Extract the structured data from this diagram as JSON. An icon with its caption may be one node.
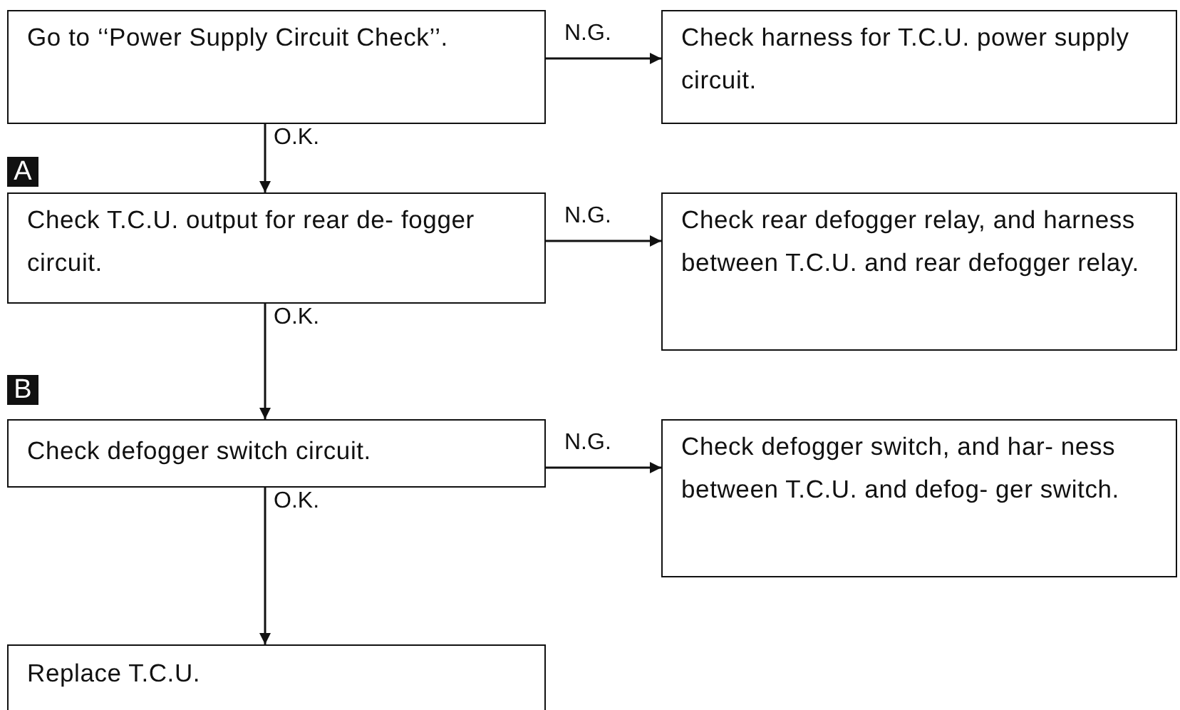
{
  "diagram": {
    "nodes": [
      {
        "text": [
          "Go to ‘‘Power Supply Circuit Check’’."
        ]
      },
      {
        "text": [
          "Check harness for T.C.U. power supply circuit."
        ]
      },
      {
        "text": [
          "Check T.C.U. output for rear de- fogger circuit."
        ]
      },
      {
        "text": [
          "Check rear defogger relay, and harness between T.C.U. and rear defogger relay."
        ]
      },
      {
        "text": [
          "Check defogger switch circuit."
        ]
      },
      {
        "text": [
          "Check defogger switch, and har- ness between T.C.U. and defog- ger switch."
        ]
      },
      {
        "text": [
          "Replace T.C.U."
        ]
      }
    ],
    "edges": [
      {
        "from": 0,
        "to": 1,
        "arrow": "to",
        "label": "N.G."
      },
      {
        "from": 0,
        "to": 2,
        "arrow": "to",
        "label": "O.K."
      },
      {
        "from": 2,
        "to": 3,
        "arrow": "to",
        "label": "N.G."
      },
      {
        "from": 2,
        "to": 4,
        "arrow": "to",
        "label": "O.K."
      },
      {
        "from": 4,
        "to": 5,
        "arrow": "to",
        "label": "N.G."
      },
      {
        "from": 4,
        "to": 6,
        "arrow": "to",
        "label": "O.K."
      }
    ],
    "labels": [
      "A",
      "B"
    ]
  }
}
